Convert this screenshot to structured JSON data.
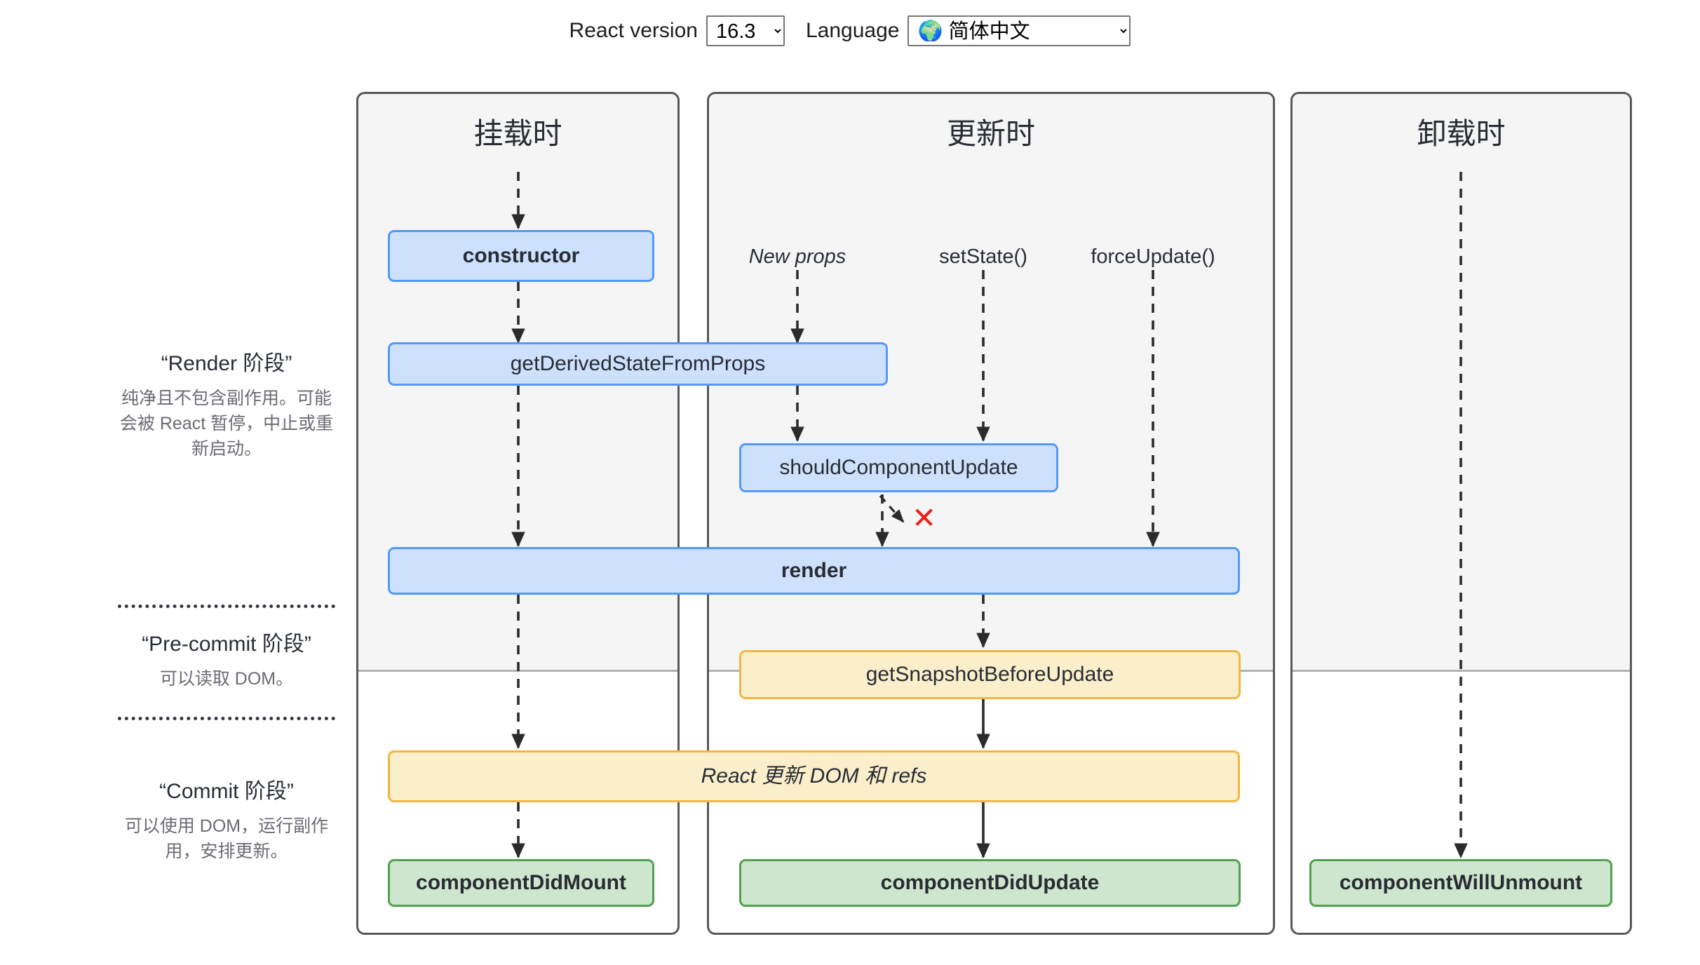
{
  "controls": {
    "react_version_label": "React version",
    "react_version_value": "16.3",
    "react_version_options": [
      "16.3"
    ],
    "language_label": "Language",
    "language_value": "🌍 简体中文",
    "language_options": [
      "🌍 简体中文"
    ]
  },
  "columns": [
    {
      "id": "mounting",
      "title": "挂载时"
    },
    {
      "id": "updating",
      "title": "更新时"
    },
    {
      "id": "unmounting",
      "title": "卸载时"
    }
  ],
  "phases": [
    {
      "id": "render",
      "title": "“Render 阶段”",
      "description": "纯净且不包含副作用。可能会被 React 暂停，中止或重新启动。"
    },
    {
      "id": "pre-commit",
      "title": "“Pre-commit 阶段”",
      "description": "可以读取 DOM。"
    },
    {
      "id": "commit",
      "title": "“Commit 阶段”",
      "description": "可以使用 DOM，运行副作用，安排更新。"
    }
  ],
  "triggers": [
    {
      "id": "new-props",
      "label": "New props",
      "style": "italic"
    },
    {
      "id": "set-state",
      "label": "setState()",
      "style": "normal"
    },
    {
      "id": "force-update",
      "label": "forceUpdate()",
      "style": "normal"
    }
  ],
  "nodes": [
    {
      "id": "constructor",
      "label": "constructor",
      "color": "blue",
      "weight": "bold"
    },
    {
      "id": "get-derived-state",
      "label": "getDerivedStateFromProps",
      "color": "blue",
      "weight": "normal"
    },
    {
      "id": "should-component-update",
      "label": "shouldComponentUpdate",
      "color": "blue",
      "weight": "normal"
    },
    {
      "id": "render",
      "label": "render",
      "color": "blue",
      "weight": "bold"
    },
    {
      "id": "get-snapshot-before-update",
      "label": "getSnapshotBeforeUpdate",
      "color": "yellow",
      "weight": "normal"
    },
    {
      "id": "react-updates-dom",
      "label": "React 更新 DOM 和 refs",
      "color": "yellow",
      "weight": "italic"
    },
    {
      "id": "component-did-mount",
      "label": "componentDidMount",
      "color": "green",
      "weight": "bold"
    },
    {
      "id": "component-did-update",
      "label": "componentDidUpdate",
      "color": "green",
      "weight": "bold"
    },
    {
      "id": "component-will-unmount",
      "label": "componentWillUnmount",
      "color": "green",
      "weight": "bold"
    }
  ],
  "markers": {
    "bailout_x": "✕"
  },
  "colors": {
    "blue_fill": "#cde1fd",
    "blue_border": "#5599f7",
    "yellow_fill": "#fbeecb",
    "yellow_border": "#f0b740",
    "green_fill": "#cee6cd",
    "green_border": "#50a14f",
    "column_border": "#59595c",
    "column_shade": "#f5f5f5",
    "bailout_red": "#e8241b",
    "text": "#282c34",
    "muted_text": "#6b6b73"
  }
}
